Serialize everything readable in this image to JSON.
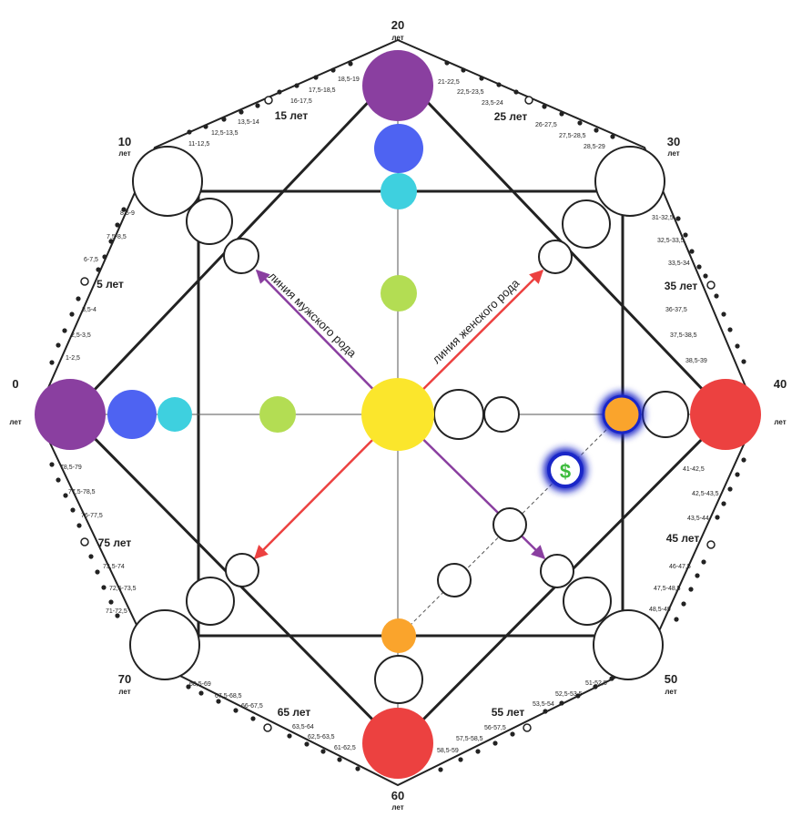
{
  "colors": {
    "purple": "#8a3fa0",
    "blue": "#4e63f2",
    "cyan": "#3ed0df",
    "green": "#b3dd53",
    "yellow": "#fbe62c",
    "orange": "#faa42c",
    "red": "#ec4140",
    "arrow_male": "#8a3fa0",
    "arrow_female": "#ec4140",
    "line": "#222222",
    "glow": "#1a26c8",
    "dollar": "#3dbb3d"
  },
  "icons": {
    "money": "dollar-sign-icon"
  },
  "labels": {
    "male_line": "линия мужского рода",
    "female_line": "линия женского рода",
    "dollar": "$"
  },
  "ages_main": [
    {
      "id": "0",
      "num": "0",
      "unit": "лет"
    },
    {
      "id": "10",
      "num": "10",
      "unit": "лет"
    },
    {
      "id": "20",
      "num": "20",
      "unit": "лет"
    },
    {
      "id": "30",
      "num": "30",
      "unit": "лет"
    },
    {
      "id": "40",
      "num": "40",
      "unit": "лет"
    },
    {
      "id": "50",
      "num": "50",
      "unit": "лет"
    },
    {
      "id": "60",
      "num": "60",
      "unit": "лет"
    },
    {
      "id": "70",
      "num": "70",
      "unit": "лет"
    }
  ],
  "ages_mid": [
    {
      "id": "5",
      "text": "5 лет"
    },
    {
      "id": "15",
      "text": "15 лет"
    },
    {
      "id": "25",
      "text": "25 лет"
    },
    {
      "id": "35",
      "text": "35 лет"
    },
    {
      "id": "45",
      "text": "45 лет"
    },
    {
      "id": "55",
      "text": "55 лет"
    },
    {
      "id": "65",
      "text": "65 лет"
    },
    {
      "id": "75",
      "text": "75 лет"
    }
  ],
  "ticks": {
    "t1": "1-2,5",
    "t2": "2,5-3,5",
    "t3": "3,5-4",
    "t6": "6-7,5",
    "t7": "7,5-8,5",
    "t8": "8,5-9",
    "t11": "11-12,5",
    "t12": "12,5-13,5",
    "t13": "13,5-14",
    "t16": "16-17,5",
    "t17": "17,5-18,5",
    "t18": "18,5-19",
    "t21": "21-22,5",
    "t22": "22,5-23,5",
    "t23": "23,5-24",
    "t26": "26-27,5",
    "t27": "27,5-28,5",
    "t28": "28,5-29",
    "t31": "31-32,5",
    "t32": "32,5-33,5",
    "t33": "33,5-34",
    "t36": "36-37,5",
    "t37": "37,5-38,5",
    "t38": "38,5-39",
    "t41": "41-42,5",
    "t42": "42,5-43,5",
    "t43": "43,5-44",
    "t46": "46-47,5",
    "t47": "47,5-48,5",
    "t48": "48,5-49",
    "t51": "51-52,5",
    "t52": "52,5-53,5",
    "t53": "53,5-54",
    "t56": "56-57,5",
    "t57": "57,5-58,5",
    "t58": "58,5-59",
    "t61": "61-62,5",
    "t62": "62,5-63,5",
    "t63": "63,5-64",
    "t66": "66-67,5",
    "t67": "67,5-68,5",
    "t68": "68,5-69",
    "t71": "71-72,5",
    "t72": "72,5-73,5",
    "t73": "73,5-74",
    "t76": "76-77,5",
    "t77": "77,5-78,5",
    "t78": "78,5-79"
  }
}
